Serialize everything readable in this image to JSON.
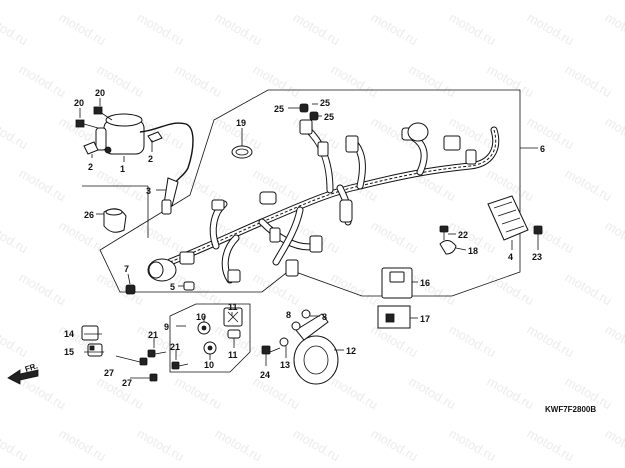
{
  "watermark": "motod.ru",
  "diagram_code": "KWF7F2800B",
  "direction_label": "FR.",
  "callouts": {
    "c1": "1",
    "c2a": "2",
    "c2b": "2",
    "c3": "3",
    "c5": "5",
    "c6": "6",
    "c7": "7",
    "c8a": "8",
    "c8b": "8",
    "c9": "9",
    "c10a": "10",
    "c10b": "10",
    "c11a": "11",
    "c11b": "11",
    "c12": "12",
    "c13": "13",
    "c14": "14",
    "c15": "15",
    "c16": "16",
    "c17": "17",
    "c18": "18",
    "c19": "19",
    "c20a": "20",
    "c20b": "20",
    "c21a": "21",
    "c21b": "21",
    "c22": "22",
    "c23": "23",
    "c24": "24",
    "c25a": "25",
    "c25b": "25",
    "c26": "26",
    "c27a": "27",
    "c27b": "27",
    "c4": "4"
  }
}
